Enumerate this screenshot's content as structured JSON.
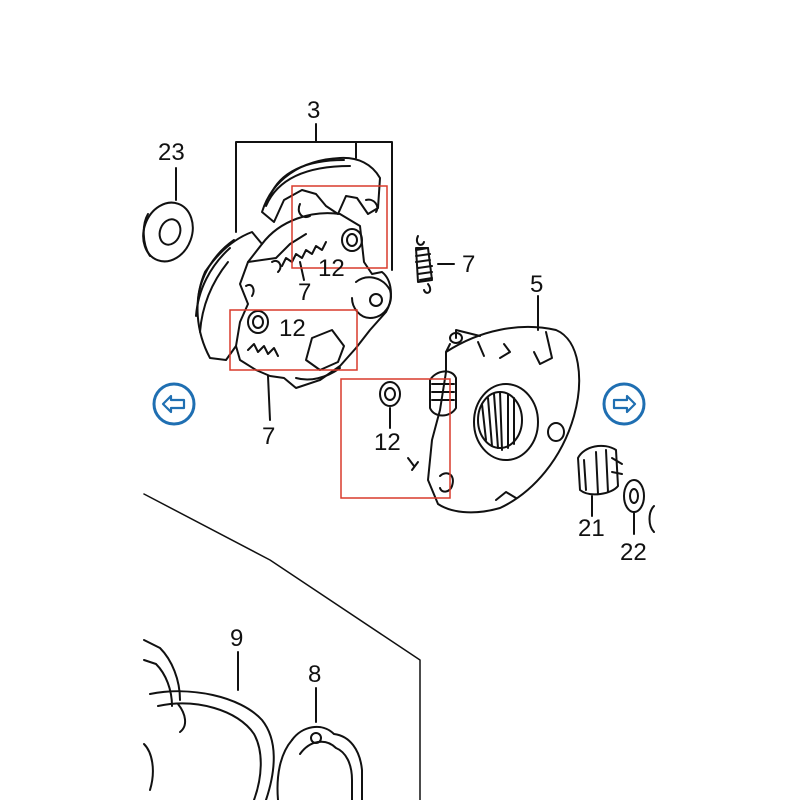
{
  "navigation": {
    "prev_icon": "left-arrow-circle-icon",
    "next_icon": "right-arrow-circle-icon",
    "color": "#1f6fb2"
  },
  "diagram": {
    "highlight_color": "#d93a2b",
    "line_color": "#111111",
    "part_labels": {
      "p3": "3",
      "p23": "23",
      "p7_top": "7",
      "p7_right": "7",
      "p7_bottom": "7",
      "p12_a": "12",
      "p12_b": "12",
      "p12_c": "12",
      "p5": "5",
      "p21": "21",
      "p22": "22",
      "p9": "9",
      "p8": "8"
    }
  }
}
